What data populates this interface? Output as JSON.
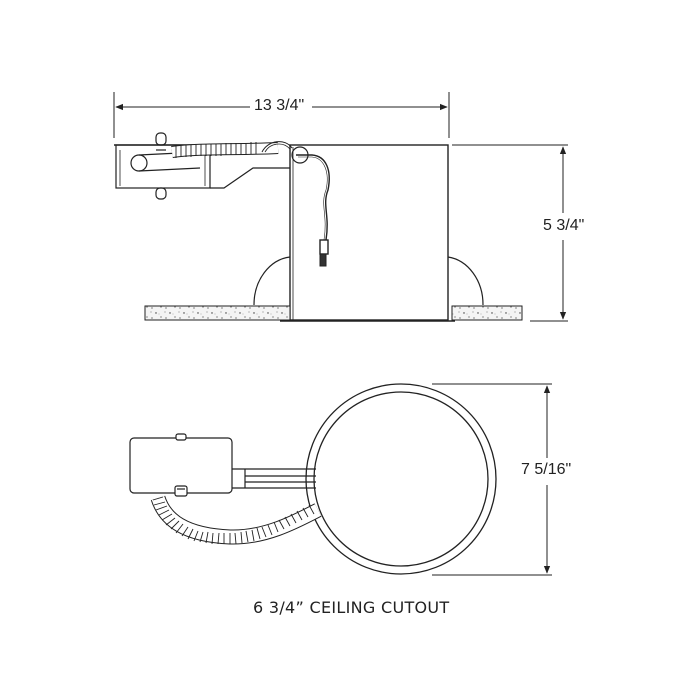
{
  "diagram": {
    "type": "technical-dimension-drawing",
    "subject": "recessed light housing",
    "colors": {
      "line": "#222222",
      "background": "#ffffff",
      "insulation": "#f4f4f4"
    },
    "side_view": {
      "width_label": "13 3/4\"",
      "height_label": "5 3/4\""
    },
    "top_view": {
      "diameter_label": "7 5/16\""
    },
    "caption": "6 3/4” CEILING CUTOUT"
  }
}
